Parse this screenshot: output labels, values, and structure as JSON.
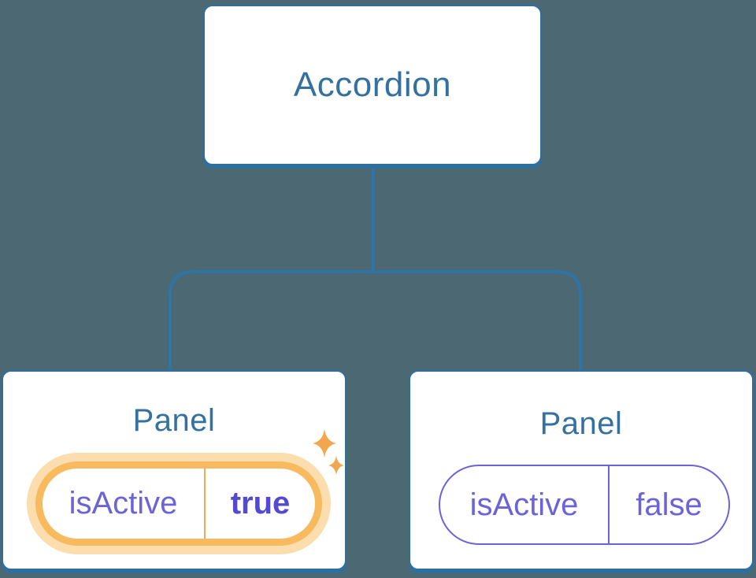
{
  "diagram": {
    "description": "React component tree: Accordion parent passing isActive prop to two Panel children",
    "root": {
      "label": "Accordion"
    },
    "children": [
      {
        "title": "Panel",
        "prop_name": "isActive",
        "prop_value": "true",
        "active": true,
        "decoration": "sparkles-icon"
      },
      {
        "title": "Panel",
        "prop_name": "isActive",
        "prop_value": "false",
        "active": false,
        "decoration": null
      }
    ]
  },
  "colors": {
    "background": "#4c6872",
    "node_fill": "#ffffff",
    "node_border": "#2e6f9e",
    "node_text": "#35719f",
    "connector": "#2e74a6",
    "prop_text_purple": "#6b63d8",
    "prop_value_bold_purple": "#544ad0",
    "active_pill_stroke": "#f8ba5e",
    "active_pill_glow": "#fbddae",
    "active_pill_divider": "#f2a954",
    "sparkle_orange": "#f2a64d"
  }
}
